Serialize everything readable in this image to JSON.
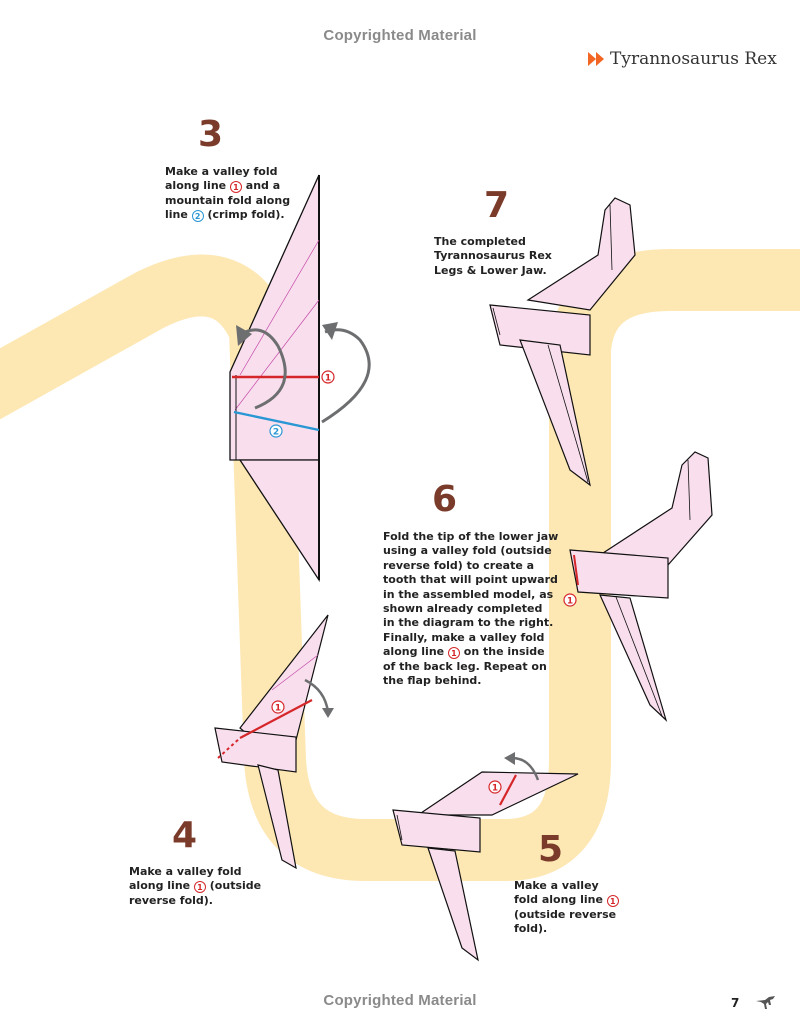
{
  "watermark": {
    "top": "Copyrighted Material",
    "bottom": "Copyrighted Material"
  },
  "header": {
    "title": "Tyrannosaurus Rex",
    "icon": "double-arrow-icon",
    "icon_color": "#f26522"
  },
  "colors": {
    "path": "#fde7b3",
    "paper": "#f9dfee",
    "valley_line": "#d5272a",
    "mountain_line": "#2a97d5",
    "step_number": "#7b3b2a",
    "arrow": "#6d6e70"
  },
  "steps": {
    "s3": {
      "number": "3",
      "parts": [
        {
          "t": "Make a valley fold\nalong line "
        },
        {
          "m": "1",
          "c": "red"
        },
        {
          "t": " and a\nmountain fold along\nline "
        },
        {
          "m": "2",
          "c": "blue"
        },
        {
          "t": " (crimp fold)."
        }
      ],
      "markers": {
        "m1": "1",
        "m2": "2"
      }
    },
    "s4": {
      "number": "4",
      "parts": [
        {
          "t": "Make a valley fold\nalong line "
        },
        {
          "m": "1",
          "c": "red"
        },
        {
          "t": " (outside\nreverse fold)."
        }
      ],
      "markers": {
        "m1": "1"
      }
    },
    "s5": {
      "number": "5",
      "parts": [
        {
          "t": "Make a valley\nfold along line "
        },
        {
          "m": "1",
          "c": "red"
        },
        {
          "t": "\n(outside reverse\nfold)."
        }
      ],
      "markers": {
        "m1": "1"
      }
    },
    "s6": {
      "number": "6",
      "parts": [
        {
          "t": "Fold the tip of the lower jaw\nusing a valley fold (outside\nreverse fold) to create a\ntooth that will point upward\nin the assembled model, as\nshown already completed\nin the diagram to the right.\nFinally, make a valley fold\nalong line "
        },
        {
          "m": "1",
          "c": "red"
        },
        {
          "t": " on the inside\nof the back leg. Repeat on\nthe flap behind."
        }
      ],
      "markers": {
        "m1": "1"
      }
    },
    "s7": {
      "number": "7",
      "parts": [
        {
          "t": "The completed\nTyrannosaurus Rex\nLegs & Lower Jaw."
        }
      ]
    }
  },
  "footer": {
    "page_number": "7",
    "icon": "dinosaur-icon"
  }
}
